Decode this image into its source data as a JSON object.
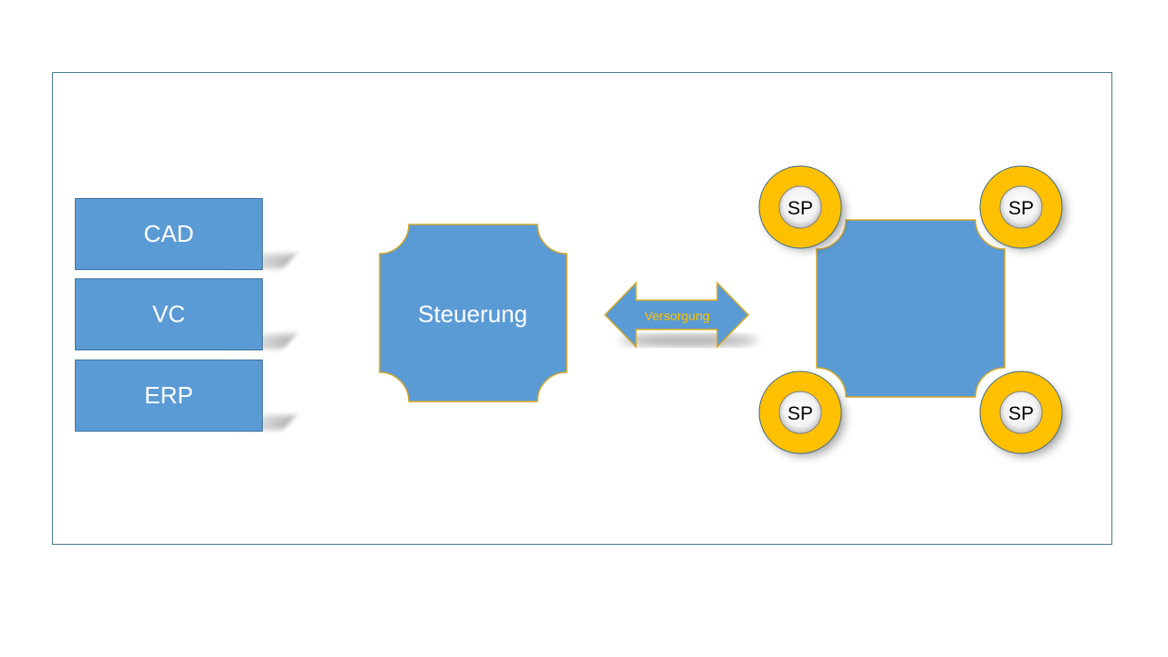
{
  "systems": [
    {
      "label": "CAD"
    },
    {
      "label": "VC"
    },
    {
      "label": "ERP"
    }
  ],
  "control": {
    "label": "Steuerung"
  },
  "supply_arrow": {
    "label": "Versorgung"
  },
  "spindles": [
    {
      "label": "SP"
    },
    {
      "label": "SP"
    },
    {
      "label": "SP"
    },
    {
      "label": "SP"
    }
  ],
  "colors": {
    "box_fill": "#5b9bd5",
    "box_outline": "#41719c",
    "accent": "#ffc000",
    "frame": "#4a7a94",
    "text_light": "#ffffff",
    "text_dark": "#000000"
  }
}
